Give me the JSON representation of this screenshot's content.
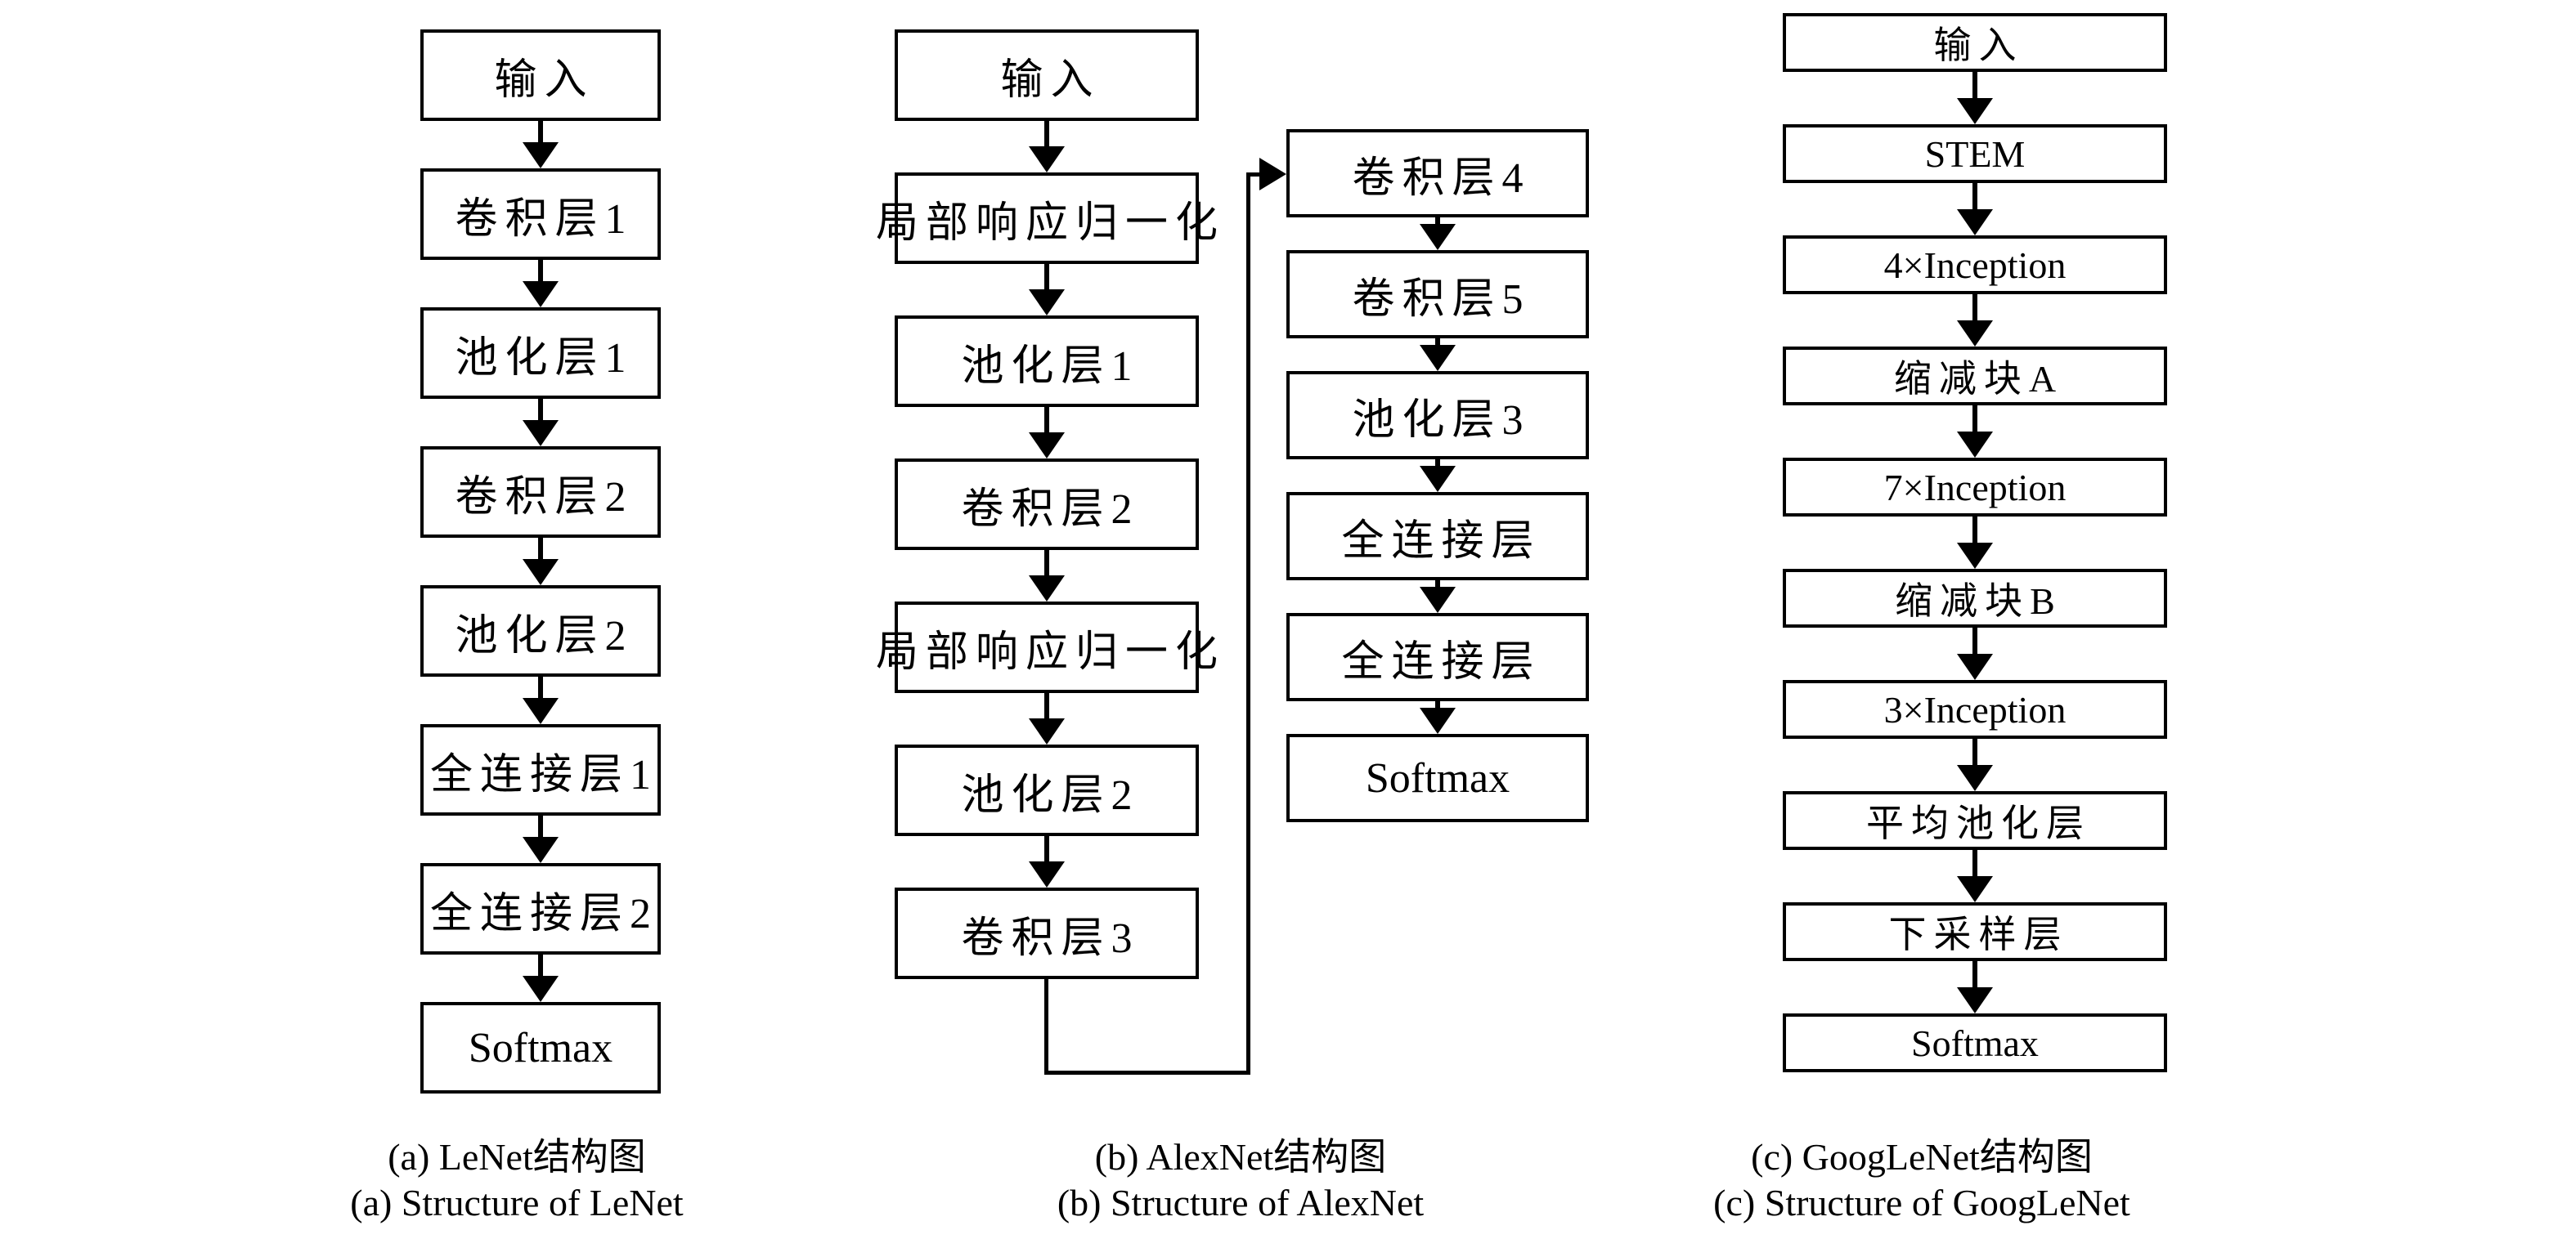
{
  "background": "#ffffff",
  "line_color": "#000000",
  "diagram_a": {
    "nodes": [
      "输入",
      "卷积层1",
      "池化层1",
      "卷积层2",
      "池化层2",
      "全连接层1",
      "全连接层2",
      "Softmax"
    ],
    "caption": [
      "(a) LeNet结构图",
      "(a) Structure of LeNet"
    ]
  },
  "diagram_b": {
    "left_nodes": [
      "输入",
      "局部响应归一化",
      "池化层1",
      "卷积层2",
      "局部响应归一化",
      "池化层2",
      "卷积层3"
    ],
    "right_nodes": [
      "卷积层4",
      "卷积层5",
      "池化层3",
      "全连接层",
      "全连接层",
      "Softmax"
    ],
    "caption": [
      "(b) AlexNet结构图",
      "(b) Structure of AlexNet"
    ]
  },
  "diagram_c": {
    "nodes": [
      "输入",
      "STEM",
      "4×Inception",
      "缩减块A",
      "7×Inception",
      "缩减块B",
      "3×Inception",
      "平均池化层",
      "下采样层",
      "Softmax"
    ],
    "caption": [
      "(c) GoogLeNet结构图",
      "(c) Structure of GoogLeNet"
    ]
  }
}
